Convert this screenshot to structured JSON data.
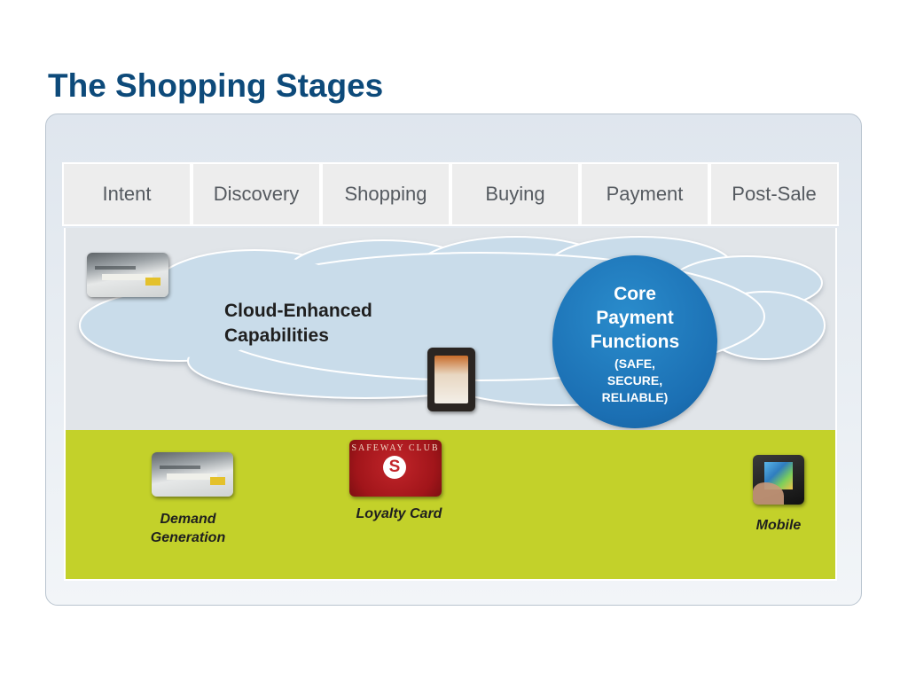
{
  "title": "The Shopping Stages",
  "stages": [
    "Intent",
    "Discovery",
    "Shopping",
    "Buying",
    "Payment",
    "Post-Sale"
  ],
  "cloud": {
    "label_lines": [
      "Cloud-Enhanced",
      "Capabilities"
    ]
  },
  "core": {
    "lines": [
      "Core",
      "Payment",
      "Functions"
    ],
    "sub_lines": [
      "(SAFE,",
      "SECURE,",
      "RELIABLE)"
    ]
  },
  "channels": {
    "demand": [
      "Demand",
      "Generation"
    ],
    "loyalty": "Loyalty Card",
    "loyalty_card_text": "SAFEWAY CLUB",
    "mobile": "Mobile"
  },
  "colors": {
    "title": "#0d4a7a",
    "core_circle": "#1b6fb3",
    "green_band": "#c3d12a",
    "cloud_fill": "#c9dcea",
    "stage_header_bg": "#ededed"
  }
}
